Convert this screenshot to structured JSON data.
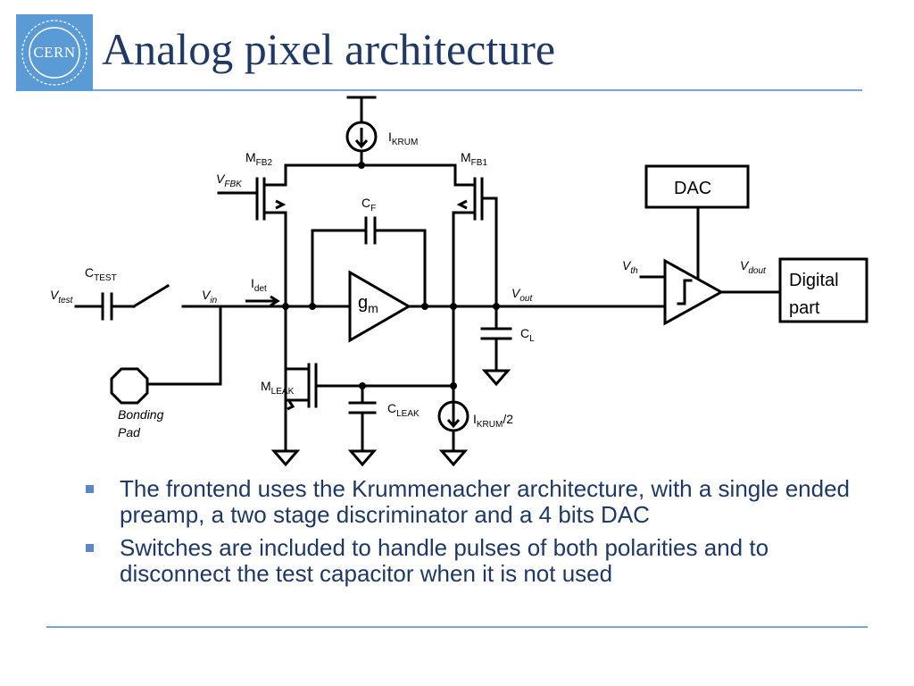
{
  "slide": {
    "title": "Analog pixel architecture",
    "logo_text": "CERN"
  },
  "diagram": {
    "labels": {
      "ikrum": [
        "I",
        "KRUM"
      ],
      "mfb2": [
        "M",
        "FB2"
      ],
      "mfb1": [
        "M",
        "FB1"
      ],
      "vfbk": [
        "V",
        "FBK"
      ],
      "cf": [
        "C",
        "F"
      ],
      "ctest": [
        "C",
        "TEST"
      ],
      "vtest": [
        "V",
        "test"
      ],
      "vin": [
        "V",
        "in"
      ],
      "idet": [
        "I",
        "det"
      ],
      "gm": [
        "g",
        "m"
      ],
      "vout": [
        "V",
        "out"
      ],
      "cl": [
        "C",
        "L"
      ],
      "mleak": [
        "M",
        "LEAK"
      ],
      "cleak": [
        "C",
        "LEAK"
      ],
      "ikrum2": [
        "I",
        "KRUM",
        "/2"
      ],
      "vth": [
        "V",
        "th"
      ],
      "vdout": [
        "V",
        "dout"
      ],
      "dac": "DAC",
      "digital_part": [
        "Digital",
        "part"
      ],
      "bonding_pad": [
        "Bonding",
        "Pad"
      ]
    }
  },
  "bullets": [
    "The frontend uses the Krummenacher architecture, with a single ended preamp, a two stage discriminator and a 4 bits DAC",
    "Switches are included to handle pulses of both polarities and to disconnect the test capacitor when it is not used"
  ],
  "colors": {
    "title": "#1f3864",
    "rule": "#7ca3d9",
    "logo_bg": "#5b9bd5",
    "bullet_marker": "#5b87c9"
  }
}
